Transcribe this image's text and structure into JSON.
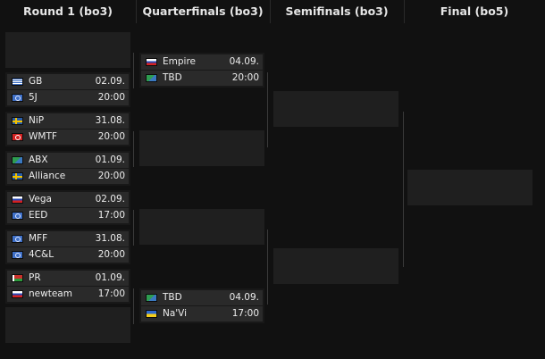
{
  "headers": [
    "Round 1 (bo3)",
    "Quarterfinals (bo3)",
    "Semifinals (bo3)",
    "Final (bo5)"
  ],
  "round1": [
    {
      "team1": "GB",
      "flag1": "greece-flag-icon",
      "flag1_class": "f-gr",
      "team2": "5J",
      "flag2": "world-flag-icon",
      "flag2_class": "f-un",
      "date": "02.09.",
      "time": "20:00"
    },
    {
      "team1": "NiP",
      "flag1": "sweden-flag-icon",
      "flag1_class": "f-se",
      "team2": "WMTF",
      "flag2": "turkey-flag-icon",
      "flag2_class": "f-tr",
      "date": "31.08.",
      "time": "20:00"
    },
    {
      "team1": "ABX",
      "flag1": "europe-flag-icon",
      "flag1_class": "f-eu",
      "team2": "Alliance",
      "flag2": "sweden-flag-icon",
      "flag2_class": "f-se",
      "date": "01.09.",
      "time": "20:00"
    },
    {
      "team1": "Vega",
      "flag1": "russia-flag-icon",
      "flag1_class": "f-ru",
      "team2": "EED",
      "flag2": "world-flag-icon",
      "flag2_class": "f-un",
      "date": "02.09.",
      "time": "17:00"
    },
    {
      "team1": "MFF",
      "flag1": "world-flag-icon",
      "flag1_class": "f-un",
      "team2": "4C&L",
      "flag2": "world-flag-icon",
      "flag2_class": "f-un",
      "date": "31.08.",
      "time": "20:00"
    },
    {
      "team1": "PR",
      "flag1": "belarus-flag-icon",
      "flag1_class": "f-by",
      "team2": "newteam",
      "flag2": "russia-flag-icon",
      "flag2_class": "f-ru",
      "date": "01.09.",
      "time": "17:00"
    }
  ],
  "quarterfinals": [
    {
      "team1": "Empire",
      "flag1": "russia-flag-icon",
      "flag1_class": "f-ru",
      "team2": "TBD",
      "flag2": "europe-flag-icon",
      "flag2_class": "f-eu",
      "date": "04.09.",
      "time": "20:00"
    },
    {
      "team1": "TBD",
      "flag1": "europe-flag-icon",
      "flag1_class": "f-eu",
      "team2": "Na'Vi",
      "flag2": "ukraine-flag-icon",
      "flag2_class": "f-ua",
      "date": "04.09.",
      "time": "17:00"
    }
  ],
  "colors": {
    "background": "#111111",
    "box": "#1f1f1f",
    "row": "#2a2a2a",
    "connector": "#3a3a3a"
  }
}
